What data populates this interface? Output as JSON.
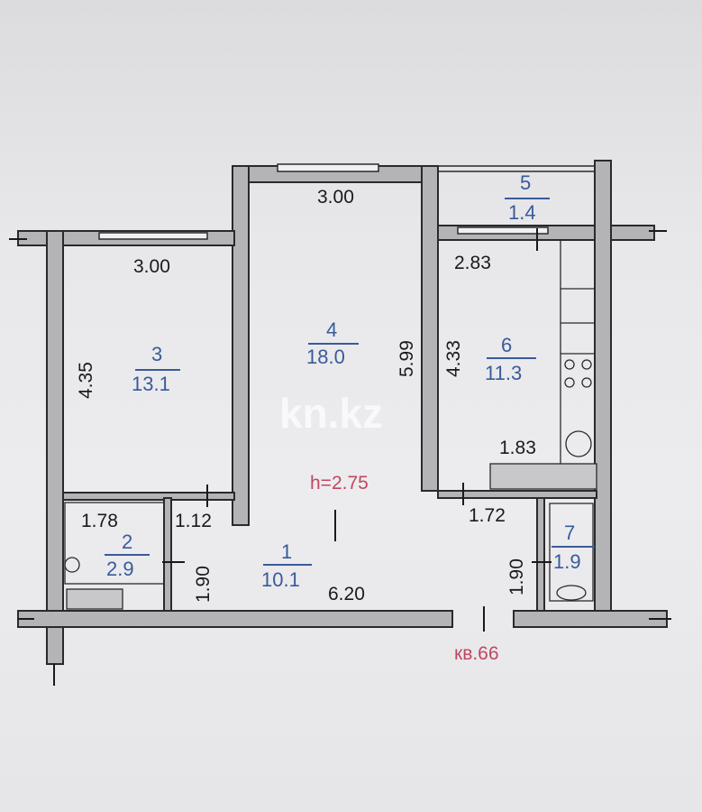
{
  "watermark": "kn.kz",
  "ceiling_height": "h=2.75",
  "apartment_label": "кв.66",
  "rooms": [
    {
      "number": "1",
      "area": "10.1"
    },
    {
      "number": "2",
      "area": "2.9"
    },
    {
      "number": "3",
      "area": "13.1"
    },
    {
      "number": "4",
      "area": "18.0"
    },
    {
      "number": "5",
      "area": "1.4"
    },
    {
      "number": "6",
      "area": "11.3"
    },
    {
      "number": "7",
      "area": "1.9"
    }
  ],
  "dimensions": {
    "room4_width": "3.00",
    "room4_length": "5.99",
    "room3_width": "3.00",
    "room3_length": "4.35",
    "room6_width": "2.83",
    "room6_length": "4.33",
    "room6_nook": "1.83",
    "bath_width": "1.78",
    "bath_length": "1.90",
    "hall_small": "1.12",
    "hall_length": "6.20",
    "hall_right": "1.72",
    "wc_length": "1.90"
  },
  "colors": {
    "room_label": "#3a5a9a",
    "red_label": "#c0485f",
    "wall": "#b4b4b6",
    "line": "#2a2a2a"
  }
}
